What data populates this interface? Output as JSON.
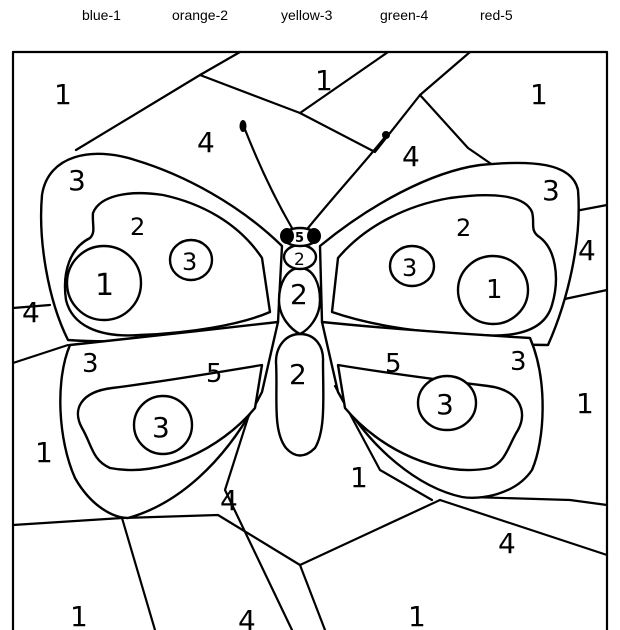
{
  "legend": [
    {
      "label": "blue-1"
    },
    {
      "label": "orange-2"
    },
    {
      "label": "yellow-3"
    },
    {
      "label": "green-4"
    },
    {
      "label": "red-5"
    }
  ],
  "numbers": {
    "bg_top_left": "1",
    "bg_top_mid": "1",
    "bg_top_right": "1",
    "bg_upper_left_4": "4",
    "bg_upper_right_4": "4",
    "bg_left_4": "4",
    "bg_right_4": "4",
    "bg_left_1": "1",
    "bg_right_1": "1",
    "bg_bottom_left_4": "4",
    "bg_bottom_center_1": "1",
    "bg_bottom_right_4": "4",
    "bg_bottom_1a": "1",
    "bg_bottom_4": "4",
    "bg_bottom_1b": "1",
    "head": "5",
    "neck": "2",
    "thorax": "2",
    "abdomen": "2",
    "ul_wing_edge": "3",
    "ul_wing_inner": "2",
    "ul_spot_small": "3",
    "ul_spot_big": "1",
    "ur_wing_edge": "3",
    "ur_wing_inner": "2",
    "ur_spot_small": "3",
    "ur_spot_big": "1",
    "ll_wing_edge": "3",
    "ll_wing_inner": "5",
    "ll_spot": "3",
    "lr_wing_edge": "3",
    "lr_wing_inner": "5",
    "lr_spot": "3"
  }
}
